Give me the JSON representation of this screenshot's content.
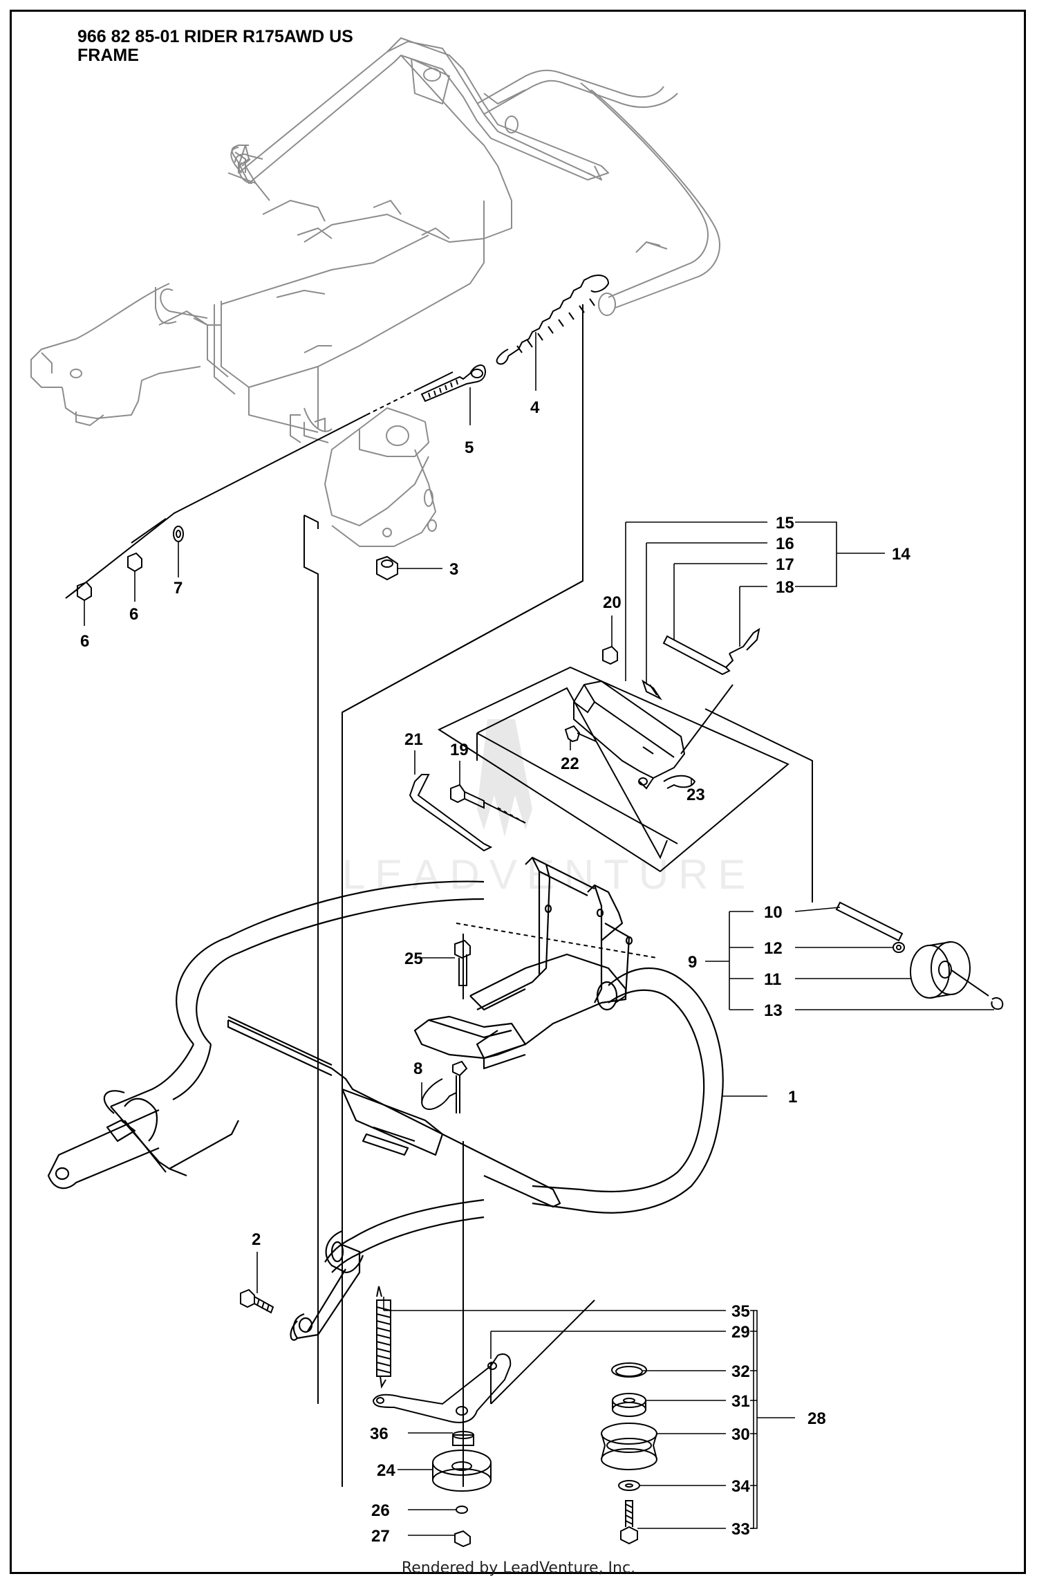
{
  "header": {
    "model_line": "966 82 85-01 RIDER R175AWD US",
    "section": "FRAME"
  },
  "watermark": {
    "text": "LEADVENTURE"
  },
  "footer": {
    "credit": "Rendered by LeadVenture, Inc."
  },
  "callouts": [
    {
      "id": "1",
      "label": "1"
    },
    {
      "id": "2",
      "label": "2"
    },
    {
      "id": "3",
      "label": "3"
    },
    {
      "id": "4",
      "label": "4"
    },
    {
      "id": "5",
      "label": "5"
    },
    {
      "id": "6a",
      "label": "6"
    },
    {
      "id": "6b",
      "label": "6"
    },
    {
      "id": "7",
      "label": "7"
    },
    {
      "id": "8",
      "label": "8"
    },
    {
      "id": "9",
      "label": "9"
    },
    {
      "id": "10",
      "label": "10"
    },
    {
      "id": "11",
      "label": "11"
    },
    {
      "id": "12",
      "label": "12"
    },
    {
      "id": "13",
      "label": "13"
    },
    {
      "id": "14",
      "label": "14"
    },
    {
      "id": "15",
      "label": "15"
    },
    {
      "id": "16",
      "label": "16"
    },
    {
      "id": "17",
      "label": "17"
    },
    {
      "id": "18",
      "label": "18"
    },
    {
      "id": "19",
      "label": "19"
    },
    {
      "id": "20",
      "label": "20"
    },
    {
      "id": "21",
      "label": "21"
    },
    {
      "id": "22",
      "label": "22"
    },
    {
      "id": "23",
      "label": "23"
    },
    {
      "id": "24",
      "label": "24"
    },
    {
      "id": "25",
      "label": "25"
    },
    {
      "id": "26",
      "label": "26"
    },
    {
      "id": "27",
      "label": "27"
    },
    {
      "id": "28",
      "label": "28"
    },
    {
      "id": "29",
      "label": "29"
    },
    {
      "id": "30",
      "label": "30"
    },
    {
      "id": "31",
      "label": "31"
    },
    {
      "id": "32",
      "label": "32"
    },
    {
      "id": "33",
      "label": "33"
    },
    {
      "id": "34",
      "label": "34"
    },
    {
      "id": "35",
      "label": "35"
    },
    {
      "id": "36",
      "label": "36"
    }
  ],
  "colors": {
    "line": "#000000",
    "ghost_frame": "#8c8c8c",
    "watermark": "#e6e6e6"
  }
}
